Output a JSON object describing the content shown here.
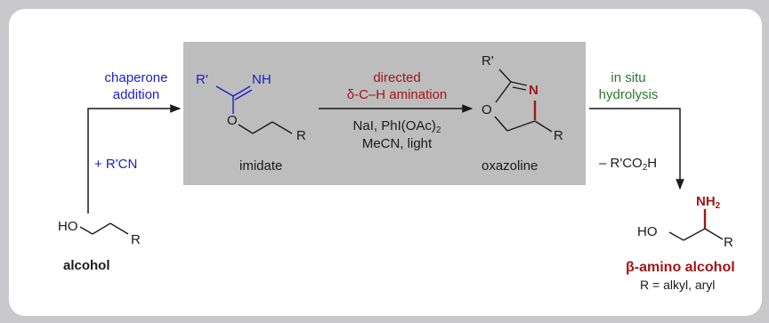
{
  "step1": {
    "line1": "chaperone",
    "line2": "addition",
    "reagent": "+ R'CN"
  },
  "step2": {
    "line1": "directed",
    "line2": "δ-C–H amination",
    "reagents1": "NaI, PhI(OAc)",
    "reagents1_sub": "2",
    "reagents2": "MeCN, light"
  },
  "step3": {
    "line1": "in situ",
    "line2": "hydrolysis",
    "byproduct": "– R'CO",
    "byproduct_sub": "2",
    "byproduct_tail": "H"
  },
  "alcohol": {
    "ho": "HO",
    "r": "R",
    "label": "alcohol"
  },
  "imidate": {
    "r_prime": "R'",
    "nh": "NH",
    "o": "O",
    "r": "R",
    "label": "imidate"
  },
  "oxazoline": {
    "r_prime": "R'",
    "n": "N",
    "o": "O",
    "r": "R",
    "label": "oxazoline"
  },
  "product": {
    "nh": "NH",
    "nh_sub": "2",
    "ho": "HO",
    "r": "R",
    "label": "β-amino alcohol",
    "r_def": "R = alkyl, aryl"
  },
  "colors": {
    "blue": "#1c1ccc",
    "dark_red": "#a31515",
    "green": "#2a7a2a",
    "panel": "#bdbdbd",
    "background": "#c9c9cb"
  }
}
